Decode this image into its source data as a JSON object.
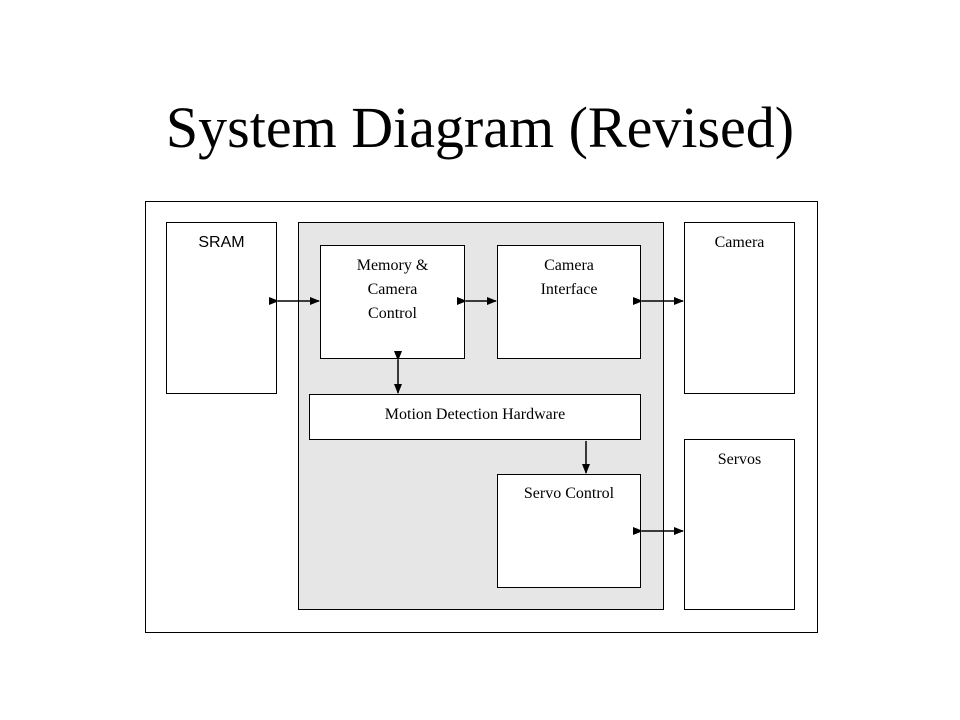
{
  "title": "System Diagram (Revised)",
  "blocks": {
    "sram": "SRAM",
    "camera": "Camera",
    "servos": "Servos",
    "memory_camera_control": [
      "Memory &",
      "Camera",
      "Control"
    ],
    "camera_interface": [
      "Camera",
      "Interface"
    ],
    "motion_detection": "Motion Detection Hardware",
    "servo_control": "Servo Control"
  },
  "colors": {
    "fpga_fill": "#e6e6e6",
    "line": "#000000"
  }
}
